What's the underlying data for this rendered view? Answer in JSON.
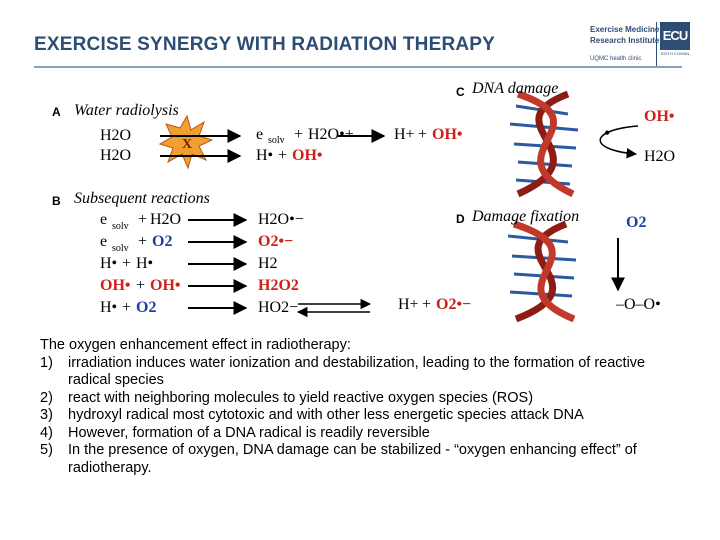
{
  "title": "EXERCISE SYNERGY WITH RADIATION THERAPY",
  "logo": {
    "line1": "Exercise Medicine",
    "line2": "Research Institute",
    "line3": "UQMC health clinic",
    "badge": "ECU",
    "badge_sub": "EDITH COWAN"
  },
  "panels": {
    "a_label": "A",
    "a_title": "Water radiolysis",
    "b_label": "B",
    "b_title": "Subsequent reactions",
    "c_label": "C",
    "c_title": "DNA damage",
    "d_label": "D",
    "d_title": "Damage fixation"
  },
  "species": {
    "h2o": "H2O",
    "x": "X",
    "e": "e",
    "solv": "solv",
    "h2o_plus": "H2O•+",
    "h_plus": "H+",
    "oh_rad": "OH•",
    "h_rad": "H•",
    "plus": "+",
    "o2": "O2",
    "h2o_minus": "H2O•−",
    "o2_minus": "O2•−",
    "h2": "H2",
    "h2o2": "H2O2",
    "ho2_minus": "HO2−",
    "dna_oh": "OH•",
    "dna_h2o": "H2O",
    "dna_dot": "•",
    "d_o2": "O2",
    "d_oo": "–O–O•"
  },
  "body": {
    "intro": "The oxygen enhancement effect in radiotherapy:",
    "items": [
      {
        "num": "1)",
        "text": "irradiation induces water ionization and destabilization, leading to the formation of reactive radical species"
      },
      {
        "num": "2)",
        "text": "react with neighboring molecules to yield reactive oxygen species (ROS)"
      },
      {
        "num": "3)",
        "text": "hydroxyl radical most cytotoxic and with other less energetic species attack DNA"
      },
      {
        "num": "4)",
        "text": "However, formation of a DNA radical is readily reversible"
      },
      {
        "num": "5)",
        "text": "In the presence of oxygen, DNA damage can be stabilized - “oxygen enhancing effect” of radiotherapy."
      }
    ]
  },
  "colors": {
    "title": "#2e4d74",
    "radical_red": "#d0201a",
    "oxygen_blue": "#1f3fa0",
    "helix_red": "#c0392b",
    "helix_blue": "#2c5aa0",
    "star": "#f0a030"
  }
}
